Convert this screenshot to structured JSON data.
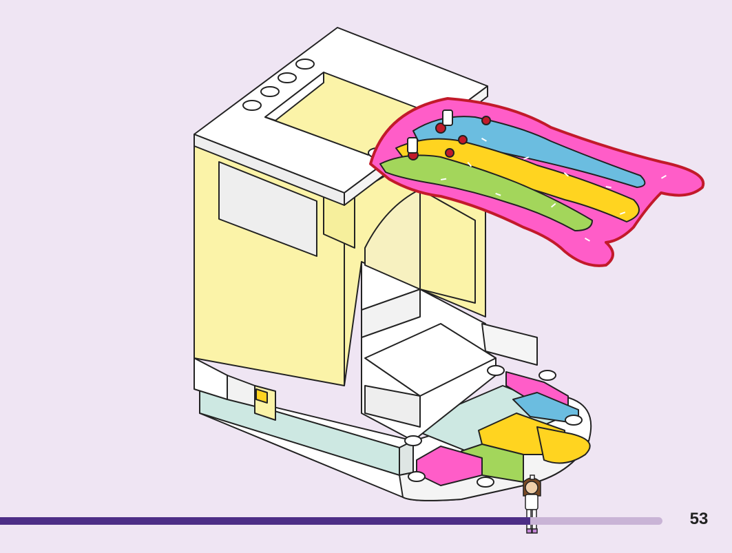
{
  "page": {
    "number": "53",
    "progress": 0.8
  },
  "colors": {
    "background": "#efe5f3",
    "progress_fill": "#4d2e86",
    "progress_track": "#c9b4d6",
    "brick_yellow": "#fbf3a8",
    "brick_white": "#ffffff",
    "brick_pink": "#ff5dc8",
    "brick_blue": "#6bbde0",
    "brick_lime": "#a3d65b",
    "brick_gold": "#ffd420",
    "brick_mint": "#cde8e2"
  },
  "illustration": {
    "subject": "building-step-model",
    "figure": "minidoll-figure"
  }
}
